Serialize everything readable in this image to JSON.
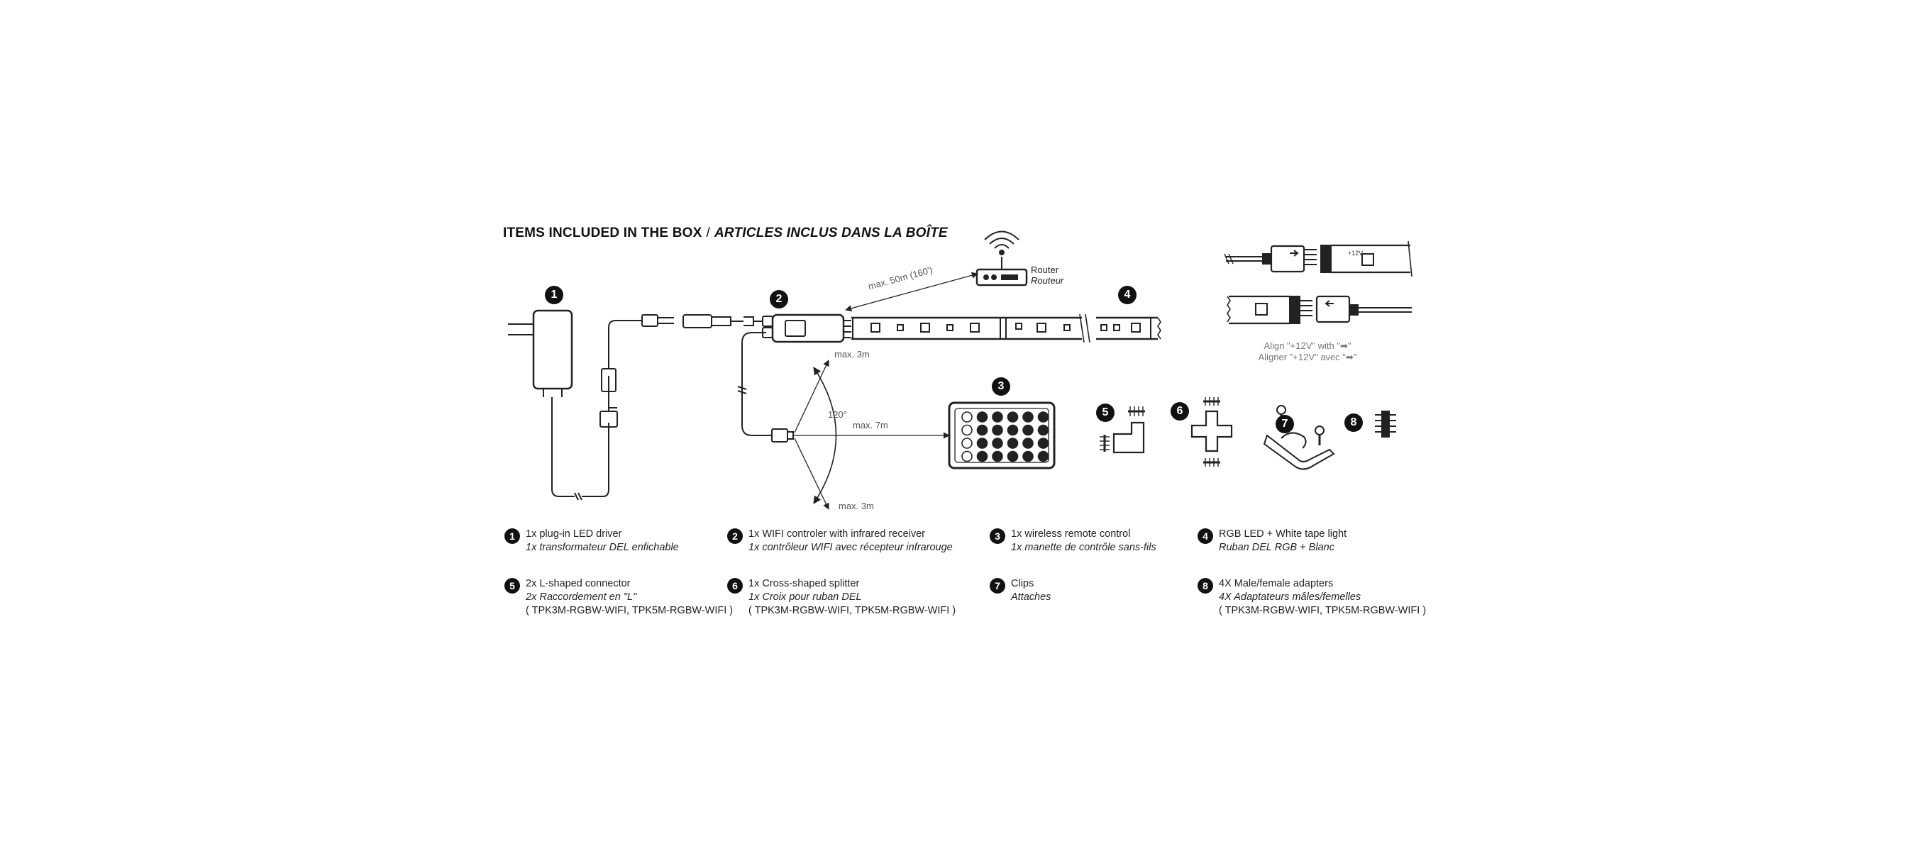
{
  "title": {
    "en": "ITEMS INCLUDED IN THE BOX",
    "separator": "/",
    "fr": "ARTICLES INCLUS DANS LA BOÎTE"
  },
  "diagram_labels": {
    "router_en": "Router",
    "router_fr": "Routeur",
    "wifi_distance": "max. 50m (160')",
    "ir_top": "max. 3m",
    "ir_angle": "120°",
    "ir_range": "max. 7m",
    "ir_bottom": "max. 3m",
    "align_note_en": "Align \"+12V\" with \"➡\"",
    "align_note_fr": "Aligner \"+12V\" avec \"➡\"",
    "strip_label": "+12V"
  },
  "callouts": [
    "1",
    "2",
    "3",
    "4",
    "5",
    "6",
    "7",
    "8"
  ],
  "items": [
    {
      "num": "1",
      "en": "1x plug-in LED driver",
      "fr": "1x transformateur DEL enfichable",
      "models": ""
    },
    {
      "num": "2",
      "en": "1x WIFI controler with infrared receiver",
      "fr": "1x contrôleur WIFI avec récepteur infrarouge",
      "models": ""
    },
    {
      "num": "3",
      "en": "1x wireless remote control",
      "fr": "1x manette de contrôle sans-fils",
      "models": ""
    },
    {
      "num": "4",
      "en": "RGB LED + White tape light",
      "fr": "Ruban DEL RGB + Blanc",
      "models": ""
    },
    {
      "num": "5",
      "en": "2x L-shaped connector",
      "fr": "2x Raccordement en \"L\"",
      "models": "( TPK3M-RGBW-WIFI, TPK5M-RGBW-WIFI )"
    },
    {
      "num": "6",
      "en": "1x Cross-shaped splitter",
      "fr": "1x Croix pour ruban DEL",
      "models": "( TPK3M-RGBW-WIFI, TPK5M-RGBW-WIFI )"
    },
    {
      "num": "7",
      "en": "Clips",
      "fr": "Attaches",
      "models": ""
    },
    {
      "num": "8",
      "en": "4X Male/female adapters",
      "fr": "4X Adaptateurs mâles/femelles",
      "models": "( TPK3M-RGBW-WIFI, TPK5M-RGBW-WIFI )"
    }
  ]
}
